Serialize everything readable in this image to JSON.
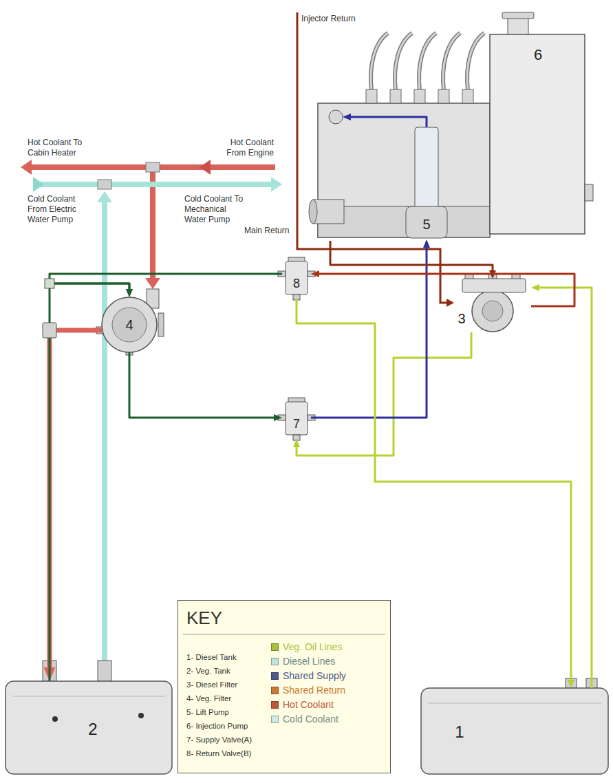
{
  "diagram": {
    "nodes": [
      {
        "text": [
          "6"
        ]
      },
      {
        "text": [
          "5"
        ],
        "in": 0
      },
      {
        "text": [
          "8"
        ]
      },
      {
        "text": [
          "4"
        ]
      },
      {
        "text": [
          "3"
        ]
      },
      {
        "text": [
          "7"
        ]
      },
      {
        "text": [
          "KEY",
          "1- Diesel Tank",
          "2- Veg. Tank",
          "3- Diesel Filter",
          "4- Veg. Filter",
          "5- Lift Pump",
          "6- Injection Pump",
          "7- Supply Valve(A)",
          "8- Return Valve(B)"
        ]
      },
      {
        "text": [
          "2"
        ]
      },
      {
        "text": [
          "1"
        ]
      }
    ],
    "edges": [
      {
        "from": 3,
        "to": 7,
        "arrow": "to"
      },
      {
        "from": 7,
        "to": 3,
        "arrow": "to"
      },
      {
        "from": 2,
        "to": 3,
        "arrow": "to"
      },
      {
        "from": 3,
        "to": 5,
        "arrow": "to"
      },
      {
        "from": 8,
        "to": 4,
        "arrow": "to"
      },
      {
        "from": 4,
        "to": 5,
        "arrow": "to"
      },
      {
        "from": 5,
        "to": 1,
        "arrow": "to"
      },
      {
        "from": 1,
        "to": 0,
        "arrow": "to"
      },
      {
        "from": 0,
        "to": 4,
        "arrow": "to"
      },
      {
        "from": 4,
        "to": 2,
        "arrow": "to"
      },
      {
        "from": 2,
        "to": 8,
        "arrow": "to"
      }
    ],
    "labels": [
      "Injector Return",
      "Hot Coolant To Cabin Heater",
      "Hot Coolant From Engine",
      "Cold Coolant From Electric Water Pump",
      "Cold Coolant To Mechanical Water Pump",
      "Main Return"
    ],
    "legend": [
      {
        "text": "Veg. Oil Lines",
        "color": "#a9c23c"
      },
      {
        "text": "Diesel Lines",
        "color": "#bfe3dd"
      },
      {
        "text": "Shared Supply",
        "color": "#4a5a8a"
      },
      {
        "text": "Shared Return",
        "color": "#c77a30"
      },
      {
        "text": "Hot Coolant",
        "color": "#c0583f"
      },
      {
        "text": "Cold Coolant",
        "color": "#c9ece6"
      }
    ]
  }
}
